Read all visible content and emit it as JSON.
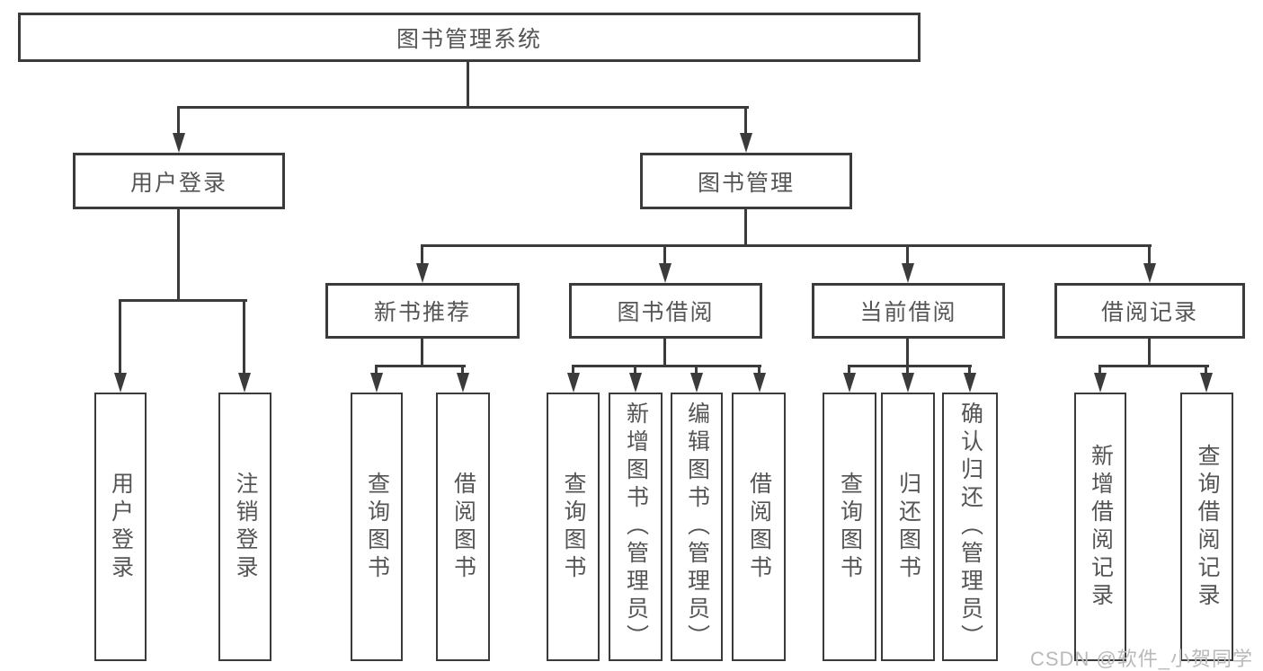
{
  "tree": {
    "root": {
      "label": "图书管理系统"
    },
    "branches": [
      {
        "label": "用户登录",
        "leaves": [
          {
            "label": "用户登录"
          },
          {
            "label": "注销登录"
          }
        ]
      },
      {
        "label": "图书管理",
        "groups": [
          {
            "label": "新书推荐",
            "leaves": [
              {
                "label": "查询图书"
              },
              {
                "label": "借阅图书"
              }
            ]
          },
          {
            "label": "图书借阅",
            "leaves": [
              {
                "label": "查询图书"
              },
              {
                "label": "新增图书（管理员）"
              },
              {
                "label": "编辑图书（管理员）"
              },
              {
                "label": "借阅图书"
              }
            ]
          },
          {
            "label": "当前借阅",
            "leaves": [
              {
                "label": "查询图书"
              },
              {
                "label": "归还图书"
              },
              {
                "label": "确认归还（管理员）"
              }
            ]
          },
          {
            "label": "借阅记录",
            "leaves": [
              {
                "label": "新增借阅记录"
              },
              {
                "label": "查询借阅记录"
              }
            ]
          }
        ]
      }
    ]
  },
  "watermark": {
    "text": "CSDN @软件_小贺同学"
  },
  "colors": {
    "line": "#3b3b3b",
    "text": "#555555",
    "watermark": "#b9b9b9",
    "background": "#ffffff"
  }
}
